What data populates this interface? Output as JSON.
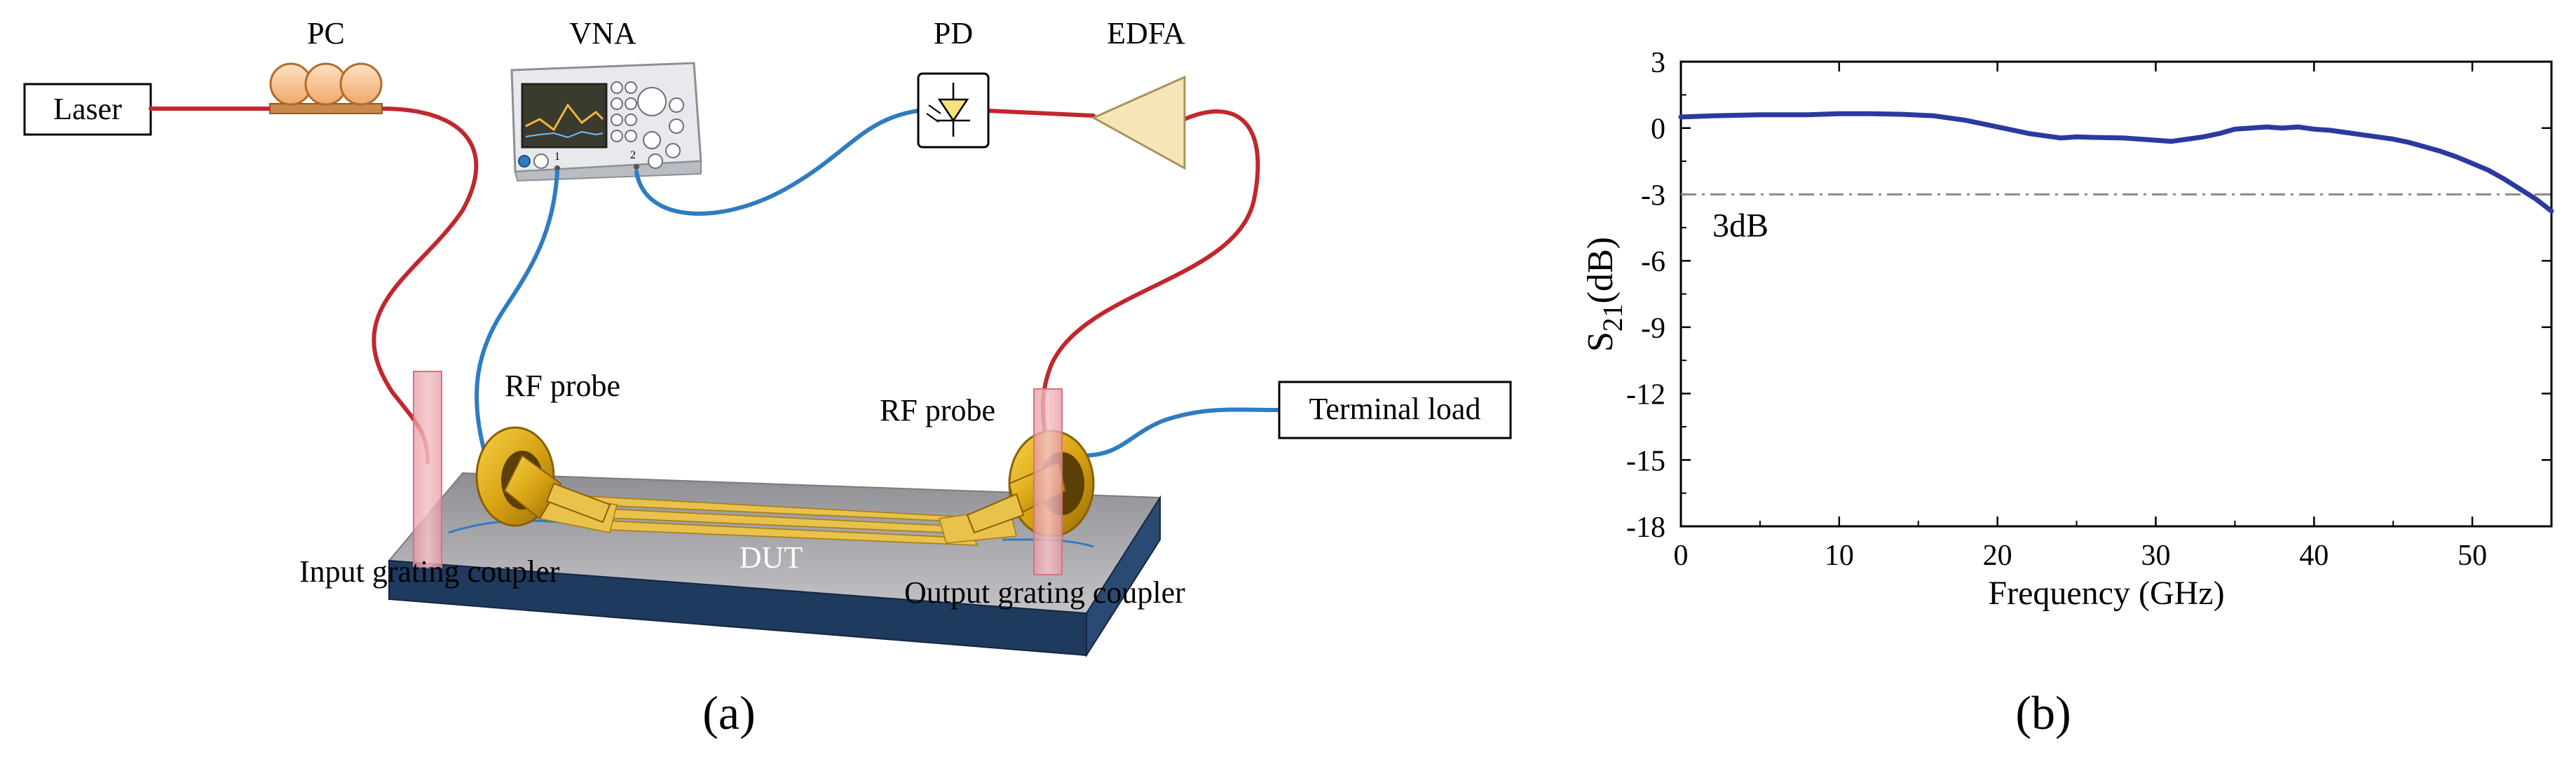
{
  "panel_a": {
    "label": "(a)",
    "components": {
      "laser": "Laser",
      "pc": "PC",
      "vna": "VNA",
      "pd": "PD",
      "edfa": "EDFA",
      "rf_probe_left": "RF probe",
      "rf_probe_right": "RF probe",
      "terminal_load": "Terminal load",
      "dut": "DUT",
      "input_coupler": "Input grating coupler",
      "output_coupler": "Output grating coupler",
      "vna_port_1": "1",
      "vna_port_2": "2"
    },
    "colors": {
      "optical_fiber": "#c1272d",
      "rf_cable": "#2f7cc1",
      "pc_paddles": "#f4c79a",
      "edfa": "#f5e6b8",
      "probe_gold": "#d9a514",
      "substrate_top": "#a8a8ac",
      "substrate_side": "#1f3a5f",
      "trace_gold": "#e8c24a"
    }
  },
  "panel_b": {
    "label": "(b)"
  },
  "chart_data": {
    "type": "line",
    "xlabel": "Frequency (GHz)",
    "ylabel_main": "S",
    "ylabel_sub": "21",
    "ylabel_unit": "(dB)",
    "xlim": [
      0,
      55
    ],
    "ylim": [
      -18,
      3
    ],
    "xticks": [
      0,
      10,
      20,
      30,
      40,
      50
    ],
    "xtick_labels": [
      "0",
      "10",
      "20",
      "30",
      "40",
      "50"
    ],
    "yticks": [
      3,
      0,
      -3,
      -6,
      -9,
      -12,
      -15,
      -18
    ],
    "ytick_labels": [
      "3",
      "0",
      "-3",
      "-6",
      "-9",
      "-12",
      "-15",
      "-18"
    ],
    "grid": false,
    "series": [
      {
        "color": "#2b3aa0",
        "x": [
          0,
          2,
          5,
          8,
          10,
          12,
          14,
          16,
          18,
          20,
          22,
          24,
          25,
          26,
          28,
          30,
          31,
          32,
          33,
          34,
          35,
          36,
          37,
          38,
          39,
          40,
          41,
          42,
          43,
          44,
          45,
          46,
          47,
          48,
          49,
          50,
          51,
          52,
          53,
          54,
          55
        ],
        "y": [
          0.5,
          0.55,
          0.6,
          0.6,
          0.65,
          0.65,
          0.62,
          0.55,
          0.35,
          0.05,
          -0.25,
          -0.45,
          -0.4,
          -0.42,
          -0.45,
          -0.55,
          -0.6,
          -0.5,
          -0.4,
          -0.25,
          -0.05,
          0.0,
          0.05,
          0.0,
          0.05,
          -0.05,
          -0.1,
          -0.2,
          -0.3,
          -0.4,
          -0.5,
          -0.65,
          -0.85,
          -1.05,
          -1.3,
          -1.6,
          -1.9,
          -2.3,
          -2.75,
          -3.2,
          -3.75
        ]
      }
    ],
    "reference_line": {
      "y": -3,
      "style": "dash-dot",
      "color": "#8a8a8a",
      "label": "3dB"
    }
  }
}
